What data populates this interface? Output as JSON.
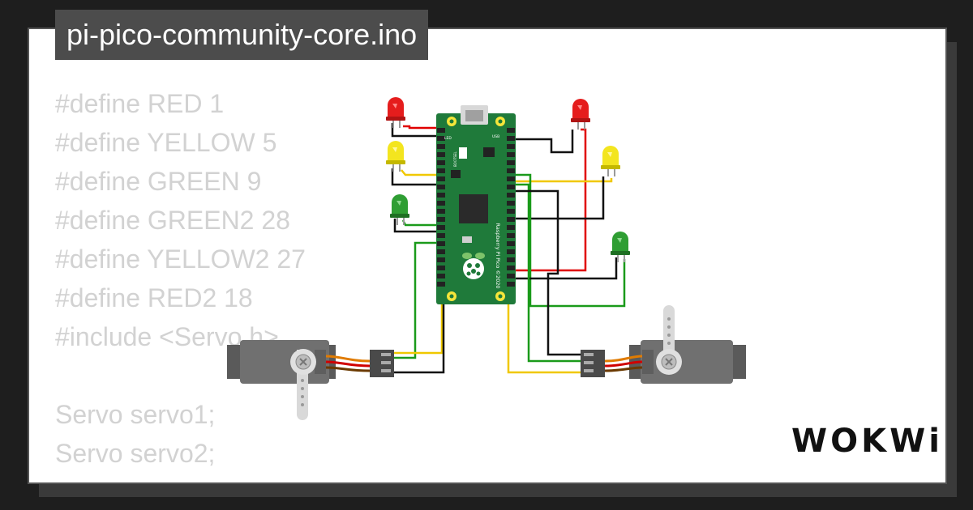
{
  "project": {
    "filename": "pi-pico-community-core.ino"
  },
  "code_lines": [
    "#define RED 1",
    "#define YELLOW 5",
    "#define GREEN 9",
    "#define GREEN2 28",
    "#define YELLOW2 27",
    "#define RED2 18",
    "#include <Servo.h>",
    "",
    "Servo servo1;",
    "Servo servo2;"
  ],
  "board": {
    "name": "Raspberry Pi Pico ©2020",
    "silk_led": "LED",
    "silk_usb": "USB",
    "silk_bootsel": "BOOTSEL"
  },
  "components": {
    "leds": [
      {
        "id": "led-red-left",
        "color": "red"
      },
      {
        "id": "led-yellow-left",
        "color": "yellow"
      },
      {
        "id": "led-green-left",
        "color": "green"
      },
      {
        "id": "led-red-right",
        "color": "red"
      },
      {
        "id": "led-yellow-right",
        "color": "yellow"
      },
      {
        "id": "led-green-right",
        "color": "green"
      }
    ],
    "servos": [
      {
        "id": "servo-left"
      },
      {
        "id": "servo-right"
      }
    ]
  },
  "brand": {
    "logo_text": "WOKWi"
  },
  "colors": {
    "background": "#1e1e1e",
    "title_bg": "#4c4c4c",
    "code_text": "#d2d2d2",
    "pcb_green": "#1f7a3a",
    "wire_red": "#e00000",
    "wire_yellow": "#f0c800",
    "wire_green": "#1a9a1a",
    "wire_black": "#111111"
  }
}
